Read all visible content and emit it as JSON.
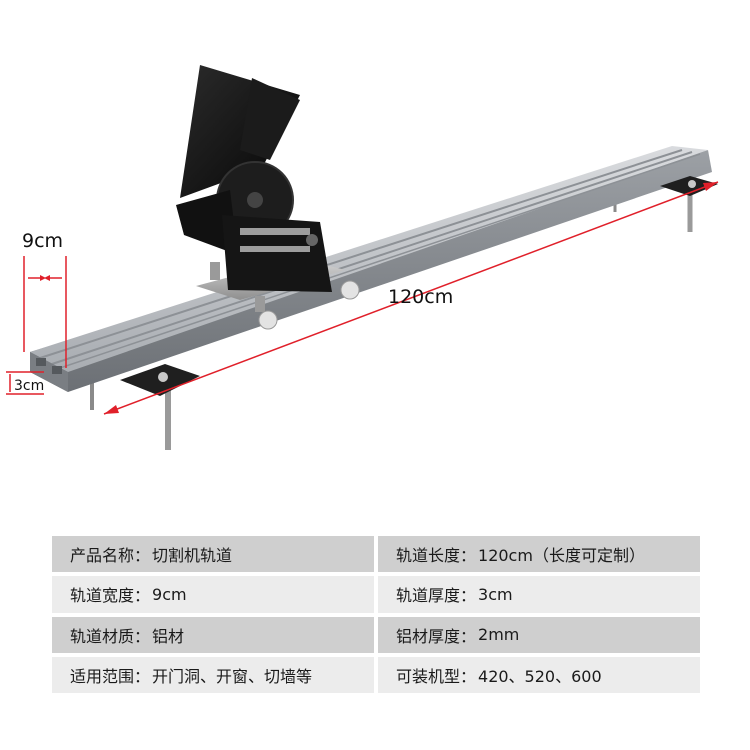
{
  "dimensions": {
    "width": "9cm",
    "length": "120cm",
    "thickness": "3cm"
  },
  "specs": [
    {
      "label": "产品名称：",
      "value": "切割机轨道"
    },
    {
      "label": "轨道长度：",
      "value": "120cm（长度可定制）"
    },
    {
      "label": "轨道宽度：",
      "value": "9cm"
    },
    {
      "label": "轨道厚度：",
      "value": "3cm"
    },
    {
      "label": "轨道材质：",
      "value": "铝材"
    },
    {
      "label": "铝材厚度：",
      "value": "2mm"
    },
    {
      "label": "适用范围：",
      "value": "开门洞、开窗、切墙等"
    },
    {
      "label": "可装机型：",
      "value": "420、520、600"
    }
  ],
  "colors": {
    "dimension_line": "#e0202a",
    "rail": "#b9bcc0",
    "saw_body": "#141414",
    "row_dark": "#cfcfcf",
    "row_light": "#ececec"
  }
}
